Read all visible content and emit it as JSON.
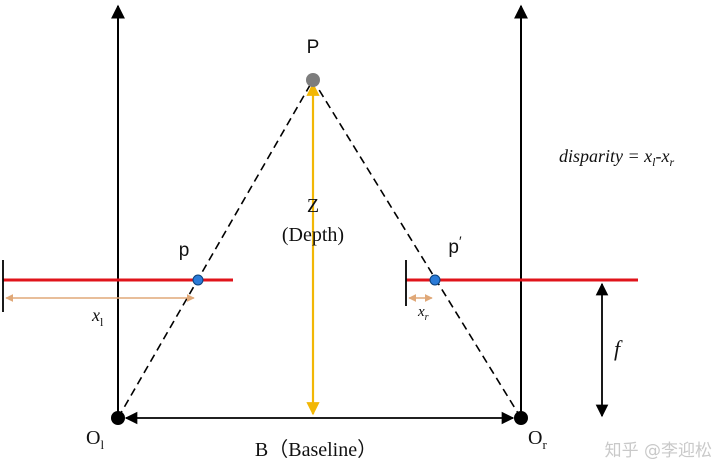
{
  "labels": {
    "point_P": "P",
    "depth_symbol": "Z",
    "depth_word": "(Depth)",
    "left_image_point": "p",
    "right_image_point": "p",
    "right_prime": "′",
    "x_left": "x",
    "x_left_sub": "l",
    "x_right": "x",
    "x_right_sub": "r",
    "focal": "f",
    "left_center": "O",
    "left_center_sub": "l",
    "right_center": "O",
    "right_center_sub": "r",
    "baseline": "B（Baseline）"
  },
  "equation": {
    "lhs": "disparity = ",
    "x1": "x",
    "sub1": "l",
    "minus": "-",
    "x2": "x",
    "sub2": "r"
  },
  "watermark": "知乎 @李迎松",
  "colors": {
    "image_plane": "#e0141b",
    "depth_line": "#f2b705",
    "measure": "#e0a878",
    "image_point": "#2a7bd8",
    "object_point": "#7d7d7d",
    "ink": "#000000"
  }
}
